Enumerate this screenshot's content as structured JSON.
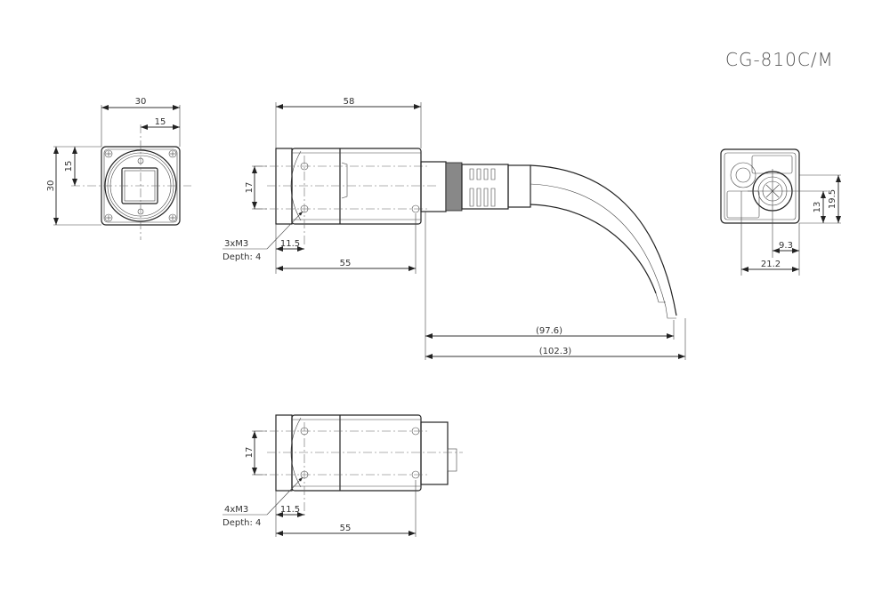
{
  "drawing": {
    "model": "CG-810C/M",
    "front_view": {
      "width_label": "30",
      "half_width_label": "15",
      "height_label": "30",
      "half_height_label": "15"
    },
    "side_view_top": {
      "overall_length_label": "58",
      "hole_spacing_label": "17",
      "hole_offset_label": "11.5",
      "hole_span_label": "55",
      "hole_note": "3xM3",
      "hole_depth": "Depth: 4",
      "cable_length_label": "(97.6)",
      "cable_overall_label": "(102.3)"
    },
    "rear_view": {
      "width_label": "21.2",
      "connector_offset_label": "9.3",
      "height_label": "19.5",
      "connector_height_label": "13"
    },
    "side_view_bottom": {
      "hole_spacing_label": "17",
      "hole_offset_label": "11.5",
      "hole_span_label": "55",
      "hole_note": "4xM3",
      "hole_depth": "Depth: 4"
    }
  }
}
